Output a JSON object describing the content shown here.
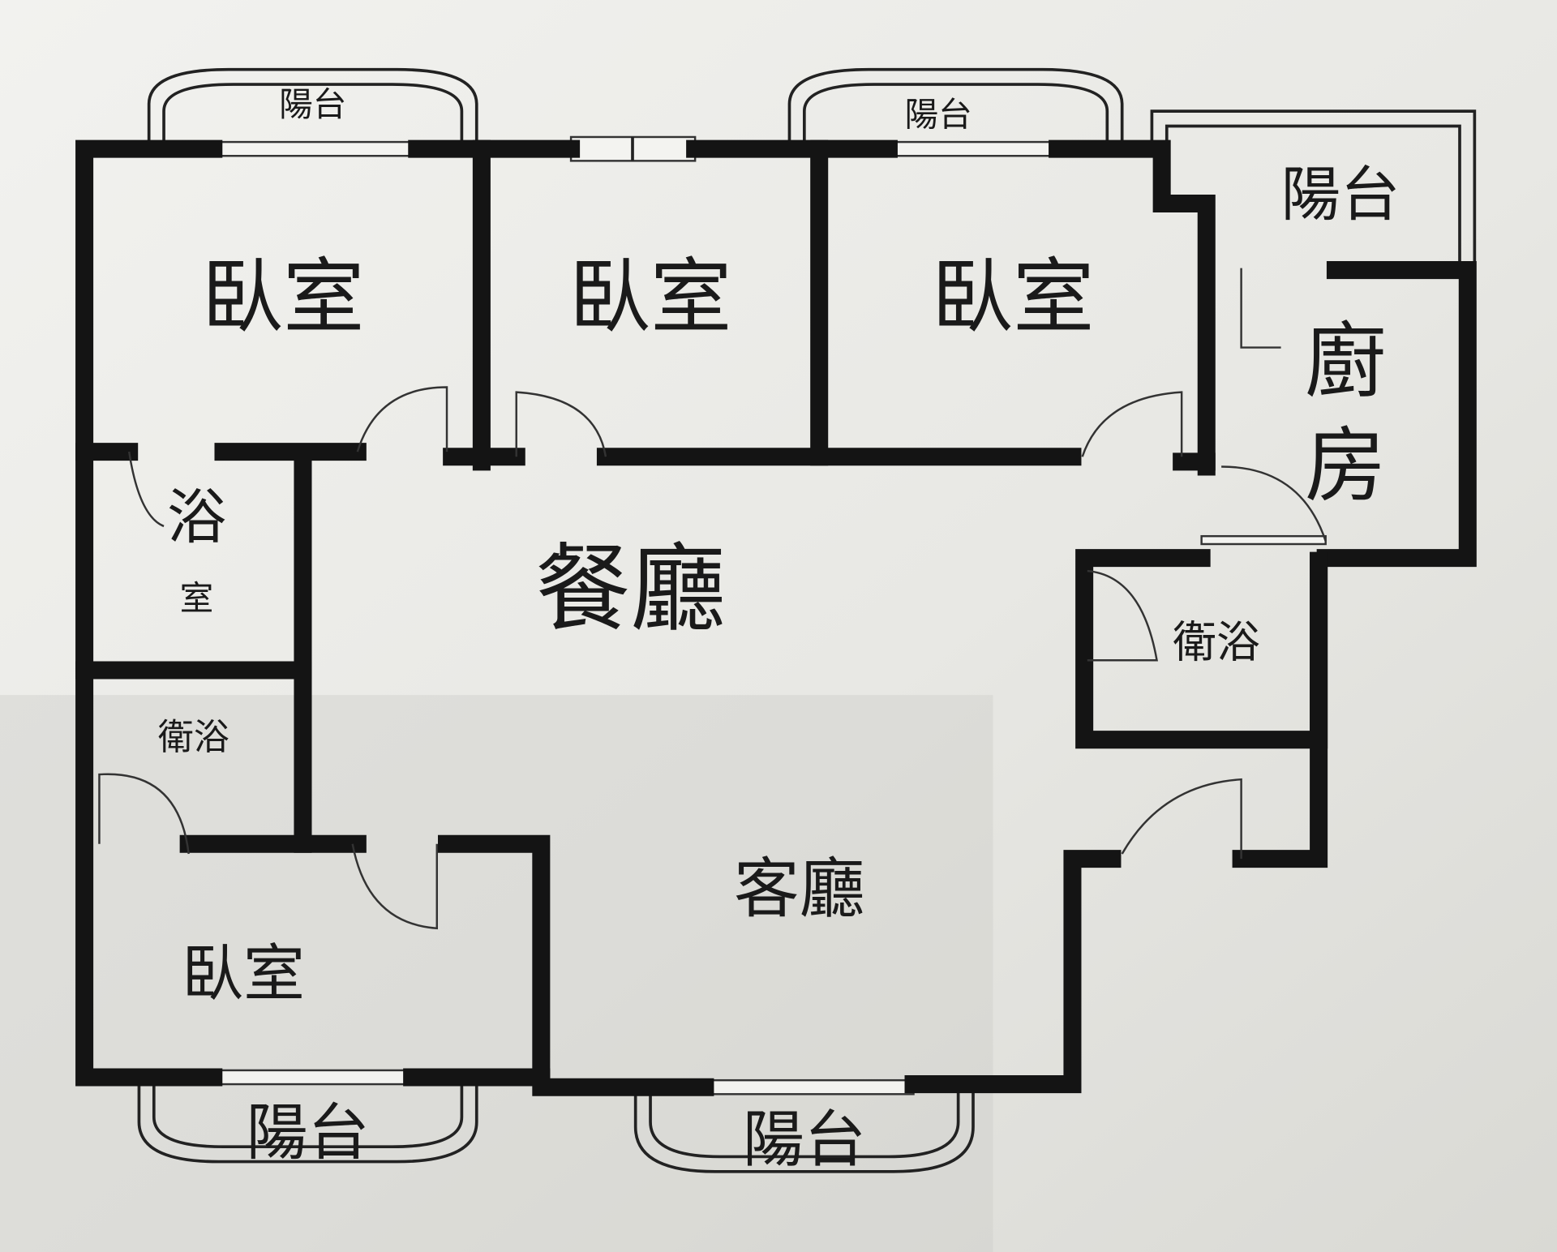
{
  "plan": {
    "balconies": [
      "陽台",
      "陽台",
      "陽台",
      "陽台",
      "陽台"
    ],
    "bedrooms": [
      "臥室",
      "臥室",
      "臥室",
      "臥室"
    ],
    "bath_left_top": {
      "line1": "浴",
      "line2": "室"
    },
    "bath_left_bottom": "衛浴",
    "bath_right": "衛浴",
    "kitchen": {
      "line1": "廚",
      "line2": "房"
    },
    "dining_room": "餐廳",
    "living_room": "客廳"
  }
}
